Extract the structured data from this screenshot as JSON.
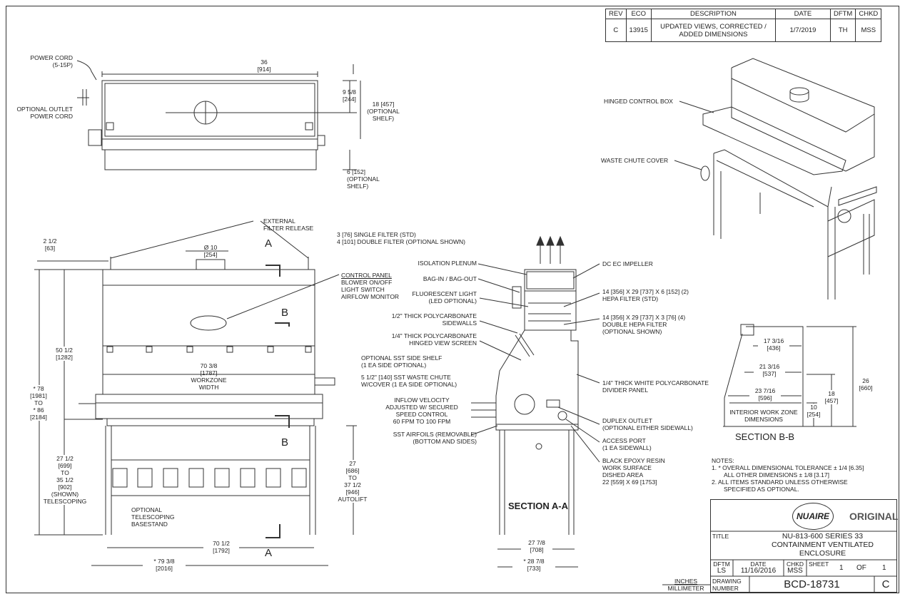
{
  "revision_table": {
    "headers": [
      "REV",
      "ECO",
      "DESCRIPTION",
      "DATE",
      "DFTM",
      "CHKD"
    ],
    "row": {
      "rev": "C",
      "eco": "13915",
      "description_1": "UPDATED VIEWS, CORRECTED /",
      "description_2": "ADDED DIMENSIONS",
      "date": "1/7/2019",
      "dftm": "TH",
      "chkd": "MSS"
    }
  },
  "top_view": {
    "power_cord_1": "POWER CORD",
    "power_cord_2": "(5-15P)",
    "optional_outlet_1": "OPTIONAL OUTLET",
    "optional_outlet_2": "POWER CORD",
    "width_in": "36",
    "width_mm": "[914]",
    "depth1_in": "9 5/8",
    "depth1_mm": "[244]",
    "depth2_1": "18 [457]",
    "depth2_2": "(OPTIONAL",
    "depth2_3": "SHELF)",
    "shelf_1": "6 [152]",
    "shelf_2": "(OPTIONAL",
    "shelf_3": "SHELF)"
  },
  "front_view": {
    "ext_filter_1": "EXTERNAL",
    "ext_filter_2": "FILTER RELEASE",
    "left_top_in": "2 1/2",
    "left_top_mm": "[63]",
    "dia_1": "Ø  10",
    "dia_2": "[254]",
    "filter_std": "3 [76] SINGLE FILTER (STD)",
    "filter_opt": "4 [101] DOUBLE FILTER (OPTIONAL SHOWN)",
    "control_panel": "CONTROL PANEL",
    "cp_2": "BLOWER ON/OFF",
    "cp_3": "LIGHT SWITCH",
    "cp_4": "AIRFLOW MONITOR",
    "sec_a": "A",
    "sec_b": "B",
    "h_in": "50 1/2",
    "h_mm": "[1282]",
    "total_1": "* 78",
    "total_2": "[1981]",
    "total_3": "TO",
    "total_4": "*  86",
    "total_5": "[2184]",
    "wz_1": "70 3/8",
    "wz_2": "[1787]",
    "wz_3": "WORKZONE",
    "wz_4": "WIDTH",
    "side_shelf_1": "OPTIONAL SST SIDE SHELF",
    "side_shelf_2": "(1 EA SIDE OPTIONAL)",
    "waste_1": "5 1/2\" [140] SST WASTE CHUTE",
    "waste_2": "W/COVER (1 EA SIDE OPTIONAL)",
    "base_1": "27 1/2",
    "base_2": "[699]",
    "base_3": "TO",
    "base_4": "35 1/2",
    "base_5": "[902]",
    "base_6": "(SHOWN)",
    "base_7": "TELESCOPING",
    "auto_1": "27",
    "auto_2": "[686]",
    "auto_3": "TO",
    "auto_4": "37 1/2",
    "auto_5": "[946]",
    "auto_6": "AUTOLIFT",
    "stand_1": "OPTIONAL",
    "stand_2": "TELESCOPING",
    "stand_3": "BASESTAND",
    "bw_1": "70 1/2",
    "bw_2": "[1792]",
    "ow_1": "* 79 3/8",
    "ow_2": "[2016]"
  },
  "section_aa": {
    "isolation": "ISOLATION PLENUM",
    "bag": "BAG-IN / BAG-OUT",
    "light_1": "FLUORESCENT LIGHT",
    "light_2": "(LED OPTIONAL)",
    "poly_1": "1/2\" THICK POLYCARBONATE",
    "poly_2": "SIDEWALLS",
    "poly14_1": "1/4\" THICK POLYCARBONATE",
    "poly14_2": "HINGED VIEW SCREEN",
    "inflow_1": "INFLOW VELOCITY",
    "inflow_2": "ADJUSTED W/ SECURED",
    "inflow_3": "SPEED CONTROL",
    "inflow_4": "60 FPM TO 100 FPM",
    "airfoil_1": "SST AIRFOILS (REMOVABLE)",
    "airfoil_2": "(BOTTOM AND SIDES)",
    "impeller": "DC EC IMPELLER",
    "hepa_1": "14 [356] X 29 [737] X 6 [152] (2)",
    "hepa_2": "HEPA FILTER (STD)",
    "dhepa_1": "14 [356] X 29 [737] X 3 [76] (4)",
    "dhepa_2": "DOUBLE HEPA FILTER",
    "dhepa_3": "(OPTIONAL SHOWN)",
    "divider_1": "1/4\" THICK WHITE POLYCARBONATE",
    "divider_2": "DIVIDER PANEL",
    "duplex_1": "DUPLEX OUTLET",
    "duplex_2": "(OPTIONAL EITHER SIDEWALL)",
    "access_1": "ACCESS PORT",
    "access_2": "(1 EA SIDEWALL)",
    "epoxy_1": "BLACK EPOXY RESIN",
    "epoxy_2": "WORK SURFACE",
    "epoxy_3": "DISHED AREA",
    "epoxy_4": "22 [559] X 69 [1753]",
    "title": "SECTION A-A",
    "d1_1": "27 7/8",
    "d1_2": "[708]",
    "d2_1": "* 28 7/8",
    "d2_2": "[733]"
  },
  "iso_view": {
    "control_box": "HINGED CONTROL BOX",
    "chute_cover": "WASTE CHUTE COVER"
  },
  "section_bb": {
    "d1_1": "17 3/16",
    "d1_2": "[436]",
    "d2_1": "21 3/16",
    "d2_2": "[537]",
    "d3_1": "23 7/16",
    "d3_2": "[596]",
    "iz_1": "INTERIOR WORK ZONE",
    "iz_2": "DIMENSIONS",
    "h1_1": "10",
    "h1_2": "[254]",
    "h2_1": "18",
    "h2_2": "[457]",
    "h3_1": "26",
    "h3_2": "[660]",
    "title": "SECTION B-B"
  },
  "notes": {
    "heading": "NOTES:",
    "n1_1": "1.  * OVERALL DIMENSIONAL TOLERANCE ± 1/4 [6.35]",
    "n1_2": "ALL OTHER DIMENSIONS ± 1/8 [3.17]",
    "n2_1": "2.  ALL ITEMS STANDARD UNLESS OTHERWISE",
    "n2_2": "SPECIFIED AS OPTIONAL."
  },
  "units": {
    "inches": "INCHES",
    "millimeter": "MILLIMETER"
  },
  "title_block": {
    "logo": "NUAIRE",
    "original": "ORIGINAL",
    "title_label": "TITLE",
    "title_1": "NU-813-600 SERIES 33",
    "title_2": "CONTAINMENT VENTILATED",
    "title_3": "ENCLOSURE",
    "dftm_label": "DFTM",
    "dftm": "LS",
    "date_label": "DATE",
    "date": "11/16/2016",
    "chkd_label": "CHKD",
    "chkd": "MSS",
    "sheet_label": "SHEET",
    "sheet": "1",
    "of": "OF",
    "sheets": "1",
    "drawing_label_1": "DRAWING",
    "drawing_label_2": "NUMBER",
    "drawing_number": "BCD-18731",
    "rev": "C"
  }
}
